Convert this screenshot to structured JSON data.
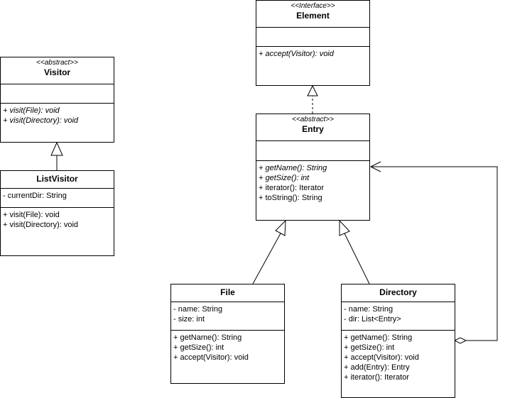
{
  "classes": {
    "element": {
      "stereotype": "<<Interface>>",
      "name": "Element",
      "methods": [
        "+ accept(Visitor): void"
      ]
    },
    "visitor": {
      "stereotype": "<<abstract>>",
      "name": "Visitor",
      "methods": [
        "+ visit(File): void",
        "+ visit(Directory): void"
      ]
    },
    "list_visitor": {
      "name": "ListVisitor",
      "attributes": [
        "- currentDir: String"
      ],
      "methods": [
        "+ visit(File): void",
        "+ visit(Directory): void"
      ]
    },
    "entry": {
      "stereotype": "<<abstract>>",
      "name": "Entry",
      "methods": [
        "+ getName(): String",
        "+ getSize(): int",
        "+ iterator(): Iterator",
        "+ toString(): String"
      ]
    },
    "file": {
      "name": "File",
      "attributes": [
        "- name: String",
        "- size: int"
      ],
      "methods": [
        "+ getName(): String",
        "+ getSize(): int",
        "+ accept(Visitor): void"
      ]
    },
    "directory": {
      "name": "Directory",
      "attributes": [
        "- name: String",
        "- dir: List<Entry>"
      ],
      "methods": [
        "+ getName(): String",
        "+ getSize(): int",
        "+ accept(Visitor): void",
        "+ add(Entry): Entry",
        "+ iterator(): Iterator"
      ]
    }
  },
  "relations": {
    "line_color": "#000000"
  }
}
